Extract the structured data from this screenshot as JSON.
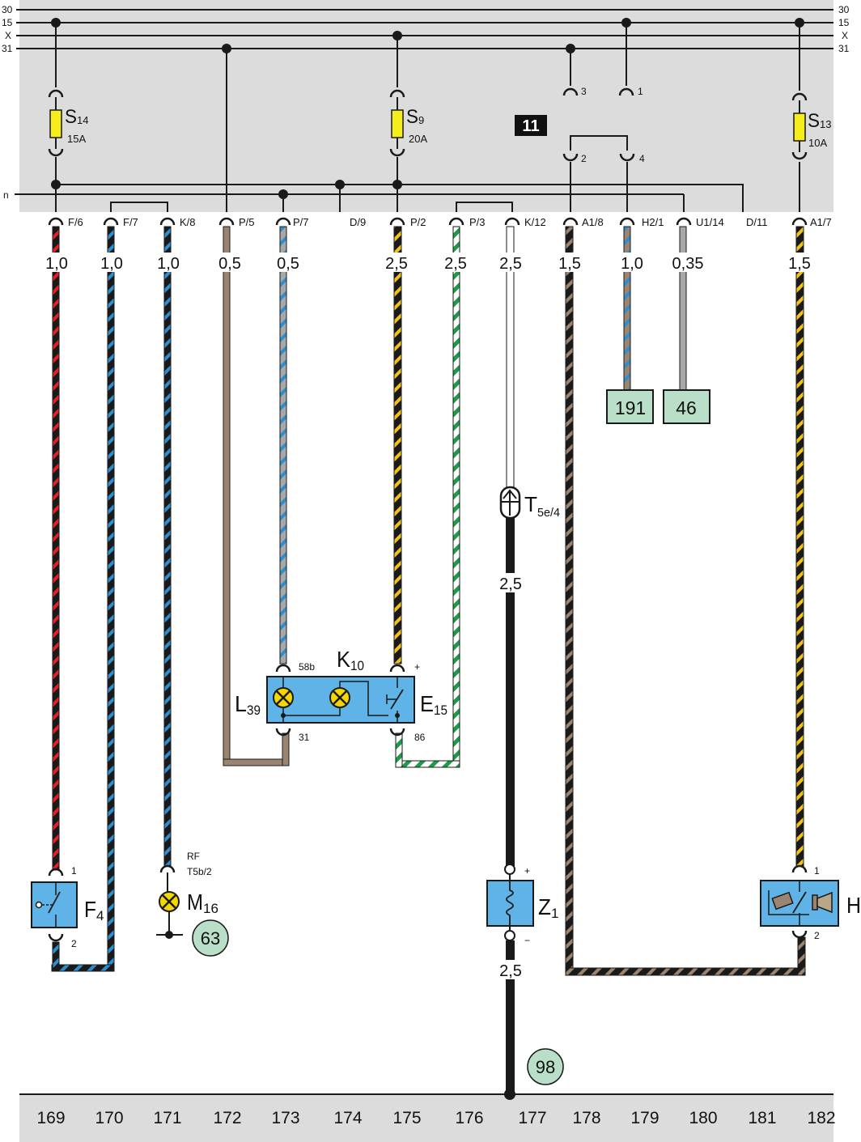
{
  "rails": [
    {
      "id": "r30",
      "label": "30"
    },
    {
      "id": "r15",
      "label": "15"
    },
    {
      "id": "rX",
      "label": "X"
    },
    {
      "id": "r31",
      "label": "31"
    }
  ],
  "rail_n_label": "n",
  "panel_badge": "11",
  "fuses": [
    {
      "id": "s14",
      "name": "S",
      "sub": "14",
      "rating": "15A"
    },
    {
      "id": "s9",
      "name": "S",
      "sub": "9",
      "rating": "20A"
    },
    {
      "id": "s13",
      "name": "S",
      "sub": "13",
      "rating": "10A"
    }
  ],
  "relay_pins": {
    "p3": "3",
    "p1": "1",
    "p2": "2",
    "p4": "4"
  },
  "connectors": [
    "F/6",
    "F/7",
    "K/8",
    "P/5",
    "P/7",
    "D/9",
    "P/2",
    "P/3",
    "K/12",
    "A1/8",
    "H2/1",
    "U1/14",
    "D/11",
    "A1/7"
  ],
  "wire_sizes": [
    "1,0",
    "1,0",
    "1,0",
    "0,5",
    "0,5",
    "2,5",
    "2,5",
    "2,5",
    "1,5",
    "1,0",
    "0,35",
    "1,5"
  ],
  "references": {
    "r191": "191",
    "r46": "46",
    "r63": "63",
    "r98": "98"
  },
  "connector_t5e": {
    "name": "T",
    "sub": "5e/4"
  },
  "wire_size_z1_upper": "2,5",
  "wire_size_z1_lower": "2,5",
  "components": {
    "k10": {
      "name": "K",
      "sub": "10"
    },
    "l39": {
      "name": "L",
      "sub": "39"
    },
    "e15": {
      "name": "E",
      "sub": "15"
    },
    "f4": {
      "name": "F",
      "sub": "4"
    },
    "m16": {
      "name": "M",
      "sub": "16"
    },
    "z1": {
      "name": "Z",
      "sub": "1"
    },
    "h": {
      "name": "H"
    }
  },
  "pin_labels": {
    "k10_58b": "58b",
    "k10_31": "31",
    "e15_plus": "+",
    "e15_86": "86",
    "f4_1": "1",
    "f4_2": "2",
    "m16_rf": "RF",
    "m16_t5b": "T5b/2",
    "z1_plus": "+",
    "z1_minus": "−",
    "h_1": "1",
    "h_2": "2"
  },
  "bottom_numbers": [
    "169",
    "170",
    "171",
    "172",
    "173",
    "174",
    "175",
    "176",
    "177",
    "178",
    "179",
    "180",
    "181",
    "182"
  ],
  "colors": {
    "panel": "#dcdcdc",
    "black": "#1a1a1a",
    "red": "#e21f26",
    "blue": "#2e8fd0",
    "brown": "#9c8570",
    "grey": "#a8a8a8",
    "yellow": "#f2c21b",
    "green": "#1e9a48",
    "white": "#ffffff",
    "component": "#5fb3e6",
    "ref_box": "#b9dfc8",
    "fuse": "#f5ee1c",
    "lamp": "#f5d800"
  }
}
